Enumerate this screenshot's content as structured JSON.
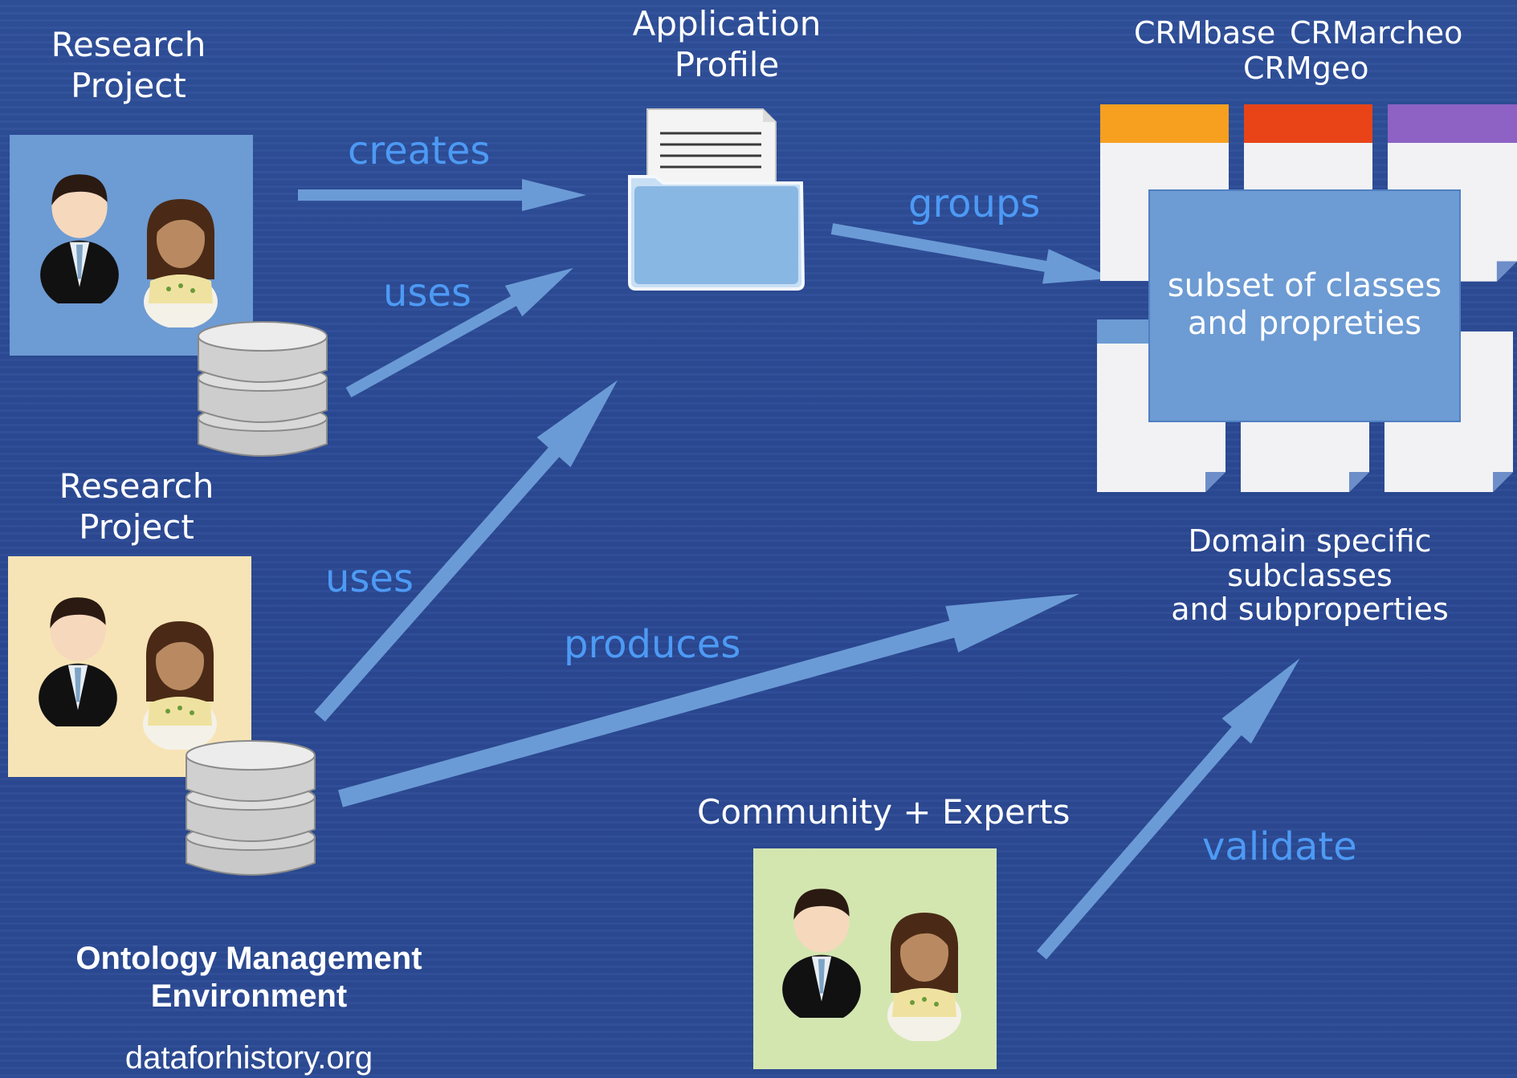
{
  "research_project_1": {
    "title": "Research\nProject"
  },
  "research_project_2": {
    "title": "Research\nProject"
  },
  "application_profile": {
    "title": "Application\nProfile"
  },
  "crm_models": {
    "crm_base": "CRMbase",
    "crm_archeo": "CRMarcheo",
    "crm_geo": "CRMgeo",
    "colors": [
      "#f7a020",
      "#e84418",
      "#8d62c4"
    ]
  },
  "subset_box": {
    "text": "subset of classes\nand propreties"
  },
  "domain_specific": {
    "text": "Domain specific subclasses\nand subproperties"
  },
  "community": {
    "title": "Community + Experts"
  },
  "ome": {
    "title": "Ontology Management\nEnvironment",
    "url": "dataforhistory.org"
  },
  "edges": {
    "creates": "creates",
    "uses_1": "uses",
    "uses_2": "uses",
    "groups": "groups",
    "produces": "produces",
    "validate": "validate"
  },
  "colors": {
    "background": "#2b4b96",
    "arrow": "#6b9bd6",
    "edge_label": "#4d9af4",
    "tile_blue": "#6d9bd3",
    "tile_yellow": "#f7e4b6",
    "tile_green": "#d3e6b0"
  }
}
